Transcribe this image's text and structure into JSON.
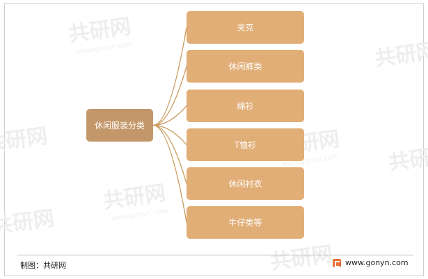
{
  "root": {
    "label": "休闲服装分类"
  },
  "children": [
    {
      "label": "夹克"
    },
    {
      "label": "休闲裤类"
    },
    {
      "label": "绵衫"
    },
    {
      "label": "T恤衫"
    },
    {
      "label": "休闲衬衣"
    },
    {
      "label": "牛仔类等"
    }
  ],
  "footer": {
    "source": "制图：共研网",
    "website": "www.gonyn.com"
  },
  "watermark_text": "共研网",
  "watermark_subtext": "www.gonyn.com",
  "colors": {
    "root_fill": "#c4976a",
    "child_fill": "#e1ae77",
    "connector": "#c89a5c",
    "logo": "#e8703a"
  }
}
